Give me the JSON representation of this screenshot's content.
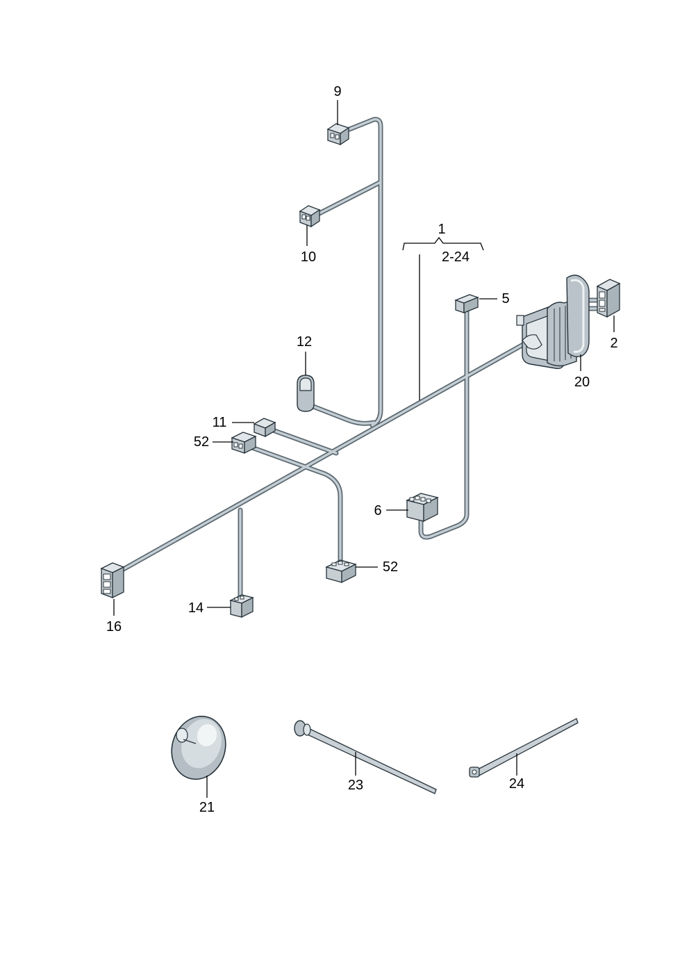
{
  "diagram": {
    "labels": {
      "l1": "1",
      "l2_24": "2-24",
      "l2": "2",
      "l5": "5",
      "l6": "6",
      "l9": "9",
      "l10": "10",
      "l11": "11",
      "l12": "12",
      "l14": "14",
      "l16": "16",
      "l20": "20",
      "l21": "21",
      "l23": "23",
      "l24": "24",
      "l52a": "52",
      "l52b": "52"
    }
  }
}
